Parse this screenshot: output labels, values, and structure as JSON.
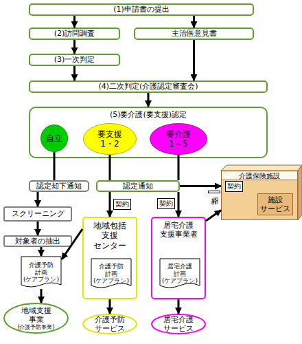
{
  "diagram": {
    "nodes": [
      {
        "text": [
          "(1)申請書の提出"
        ]
      },
      {
        "text": [
          "(2)訪問調査"
        ]
      },
      {
        "text": [
          "主治医意見書"
        ]
      },
      {
        "text": [
          "(3)一次判定"
        ]
      },
      {
        "text": [
          "(4)二次判定(介護認定審査会)"
        ]
      },
      {
        "text": [
          "(5)要介護(要支援)認定"
        ]
      },
      {
        "text": [
          "自立"
        ],
        "in": 5
      },
      {
        "text": [
          "要支援 1・2"
        ],
        "in": 5
      },
      {
        "text": [
          "要介護 1～5"
        ],
        "in": 5
      },
      {
        "text": [
          "認定却下通知"
        ]
      },
      {
        "text": [
          "認定通知"
        ]
      },
      {
        "text": [
          "介護保険施設",
          "施設 サービス"
        ]
      },
      {
        "text": [
          "スクリーニング"
        ]
      },
      {
        "text": [
          "対象者の抽出"
        ]
      },
      {
        "text": [
          "地域包括 支援 センター"
        ]
      },
      {
        "text": [
          "介護予防 計画 (ケアプラン)"
        ],
        "in": 14
      },
      {
        "text": [
          "居宅介護 支援事業者"
        ]
      },
      {
        "text": [
          "居宅介護 計画 (ケアプラン)"
        ],
        "in": 16
      },
      {
        "text": [
          "介護予防 計画 (ケアプラン)"
        ]
      },
      {
        "text": [
          "地域支援 事業",
          "(介護予防事業)"
        ]
      },
      {
        "text": [
          "介護予防 サービス"
        ]
      },
      {
        "text": [
          "居宅介護 サービス"
        ]
      }
    ],
    "edges": [
      {
        "from": 0,
        "to": 1,
        "arrow": "to"
      },
      {
        "from": 0,
        "to": 2,
        "arrow": "to"
      },
      {
        "from": 1,
        "to": 3,
        "arrow": "to"
      },
      {
        "from": 3,
        "to": 4,
        "arrow": "to"
      },
      {
        "from": 2,
        "to": 4,
        "arrow": "to"
      },
      {
        "from": 4,
        "to": 5,
        "arrow": "to"
      },
      {
        "from": 6,
        "to": 9,
        "arrow": "none"
      },
      {
        "from": 7,
        "to": 10,
        "arrow": "none"
      },
      {
        "from": 8,
        "to": 10,
        "arrow": "none"
      },
      {
        "from": 10,
        "to": 14,
        "label": "契約",
        "arrow": "to"
      },
      {
        "from": 10,
        "to": 16,
        "label": "契約",
        "arrow": "to"
      },
      {
        "from": 10,
        "to": 11,
        "label": "契約",
        "arrow": "to"
      },
      {
        "from": 16,
        "to": 11,
        "label": "紹介",
        "arrow": "to"
      },
      {
        "from": 9,
        "to": 12,
        "arrow": "to"
      },
      {
        "from": 12,
        "to": 13,
        "arrow": "to"
      },
      {
        "from": 13,
        "to": 18,
        "arrow": "to"
      },
      {
        "from": 14,
        "to": 18,
        "arrow": "to"
      },
      {
        "from": 18,
        "to": 19,
        "arrow": "to"
      },
      {
        "from": 14,
        "to": 20,
        "arrow": "to"
      },
      {
        "from": 16,
        "to": 21,
        "arrow": "to"
      }
    ]
  }
}
